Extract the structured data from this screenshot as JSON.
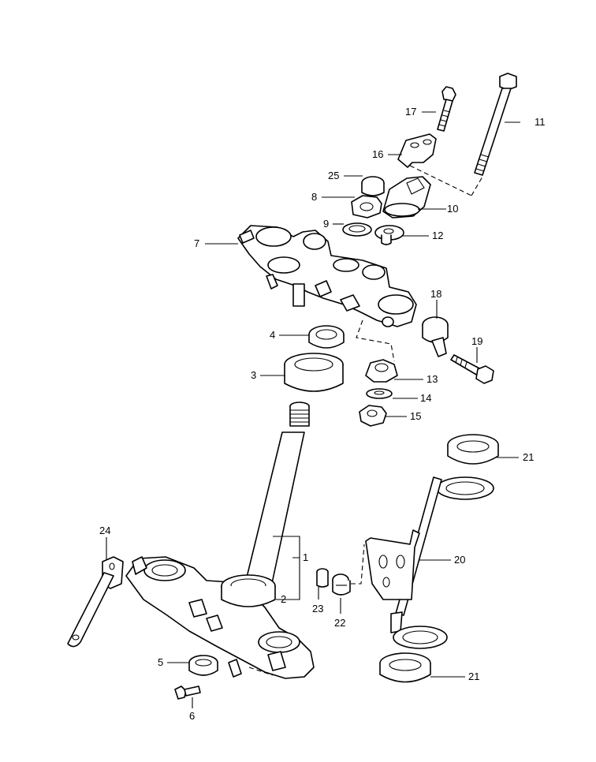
{
  "diagram": {
    "labels": {
      "p1": "1",
      "p2": "2",
      "p3": "3",
      "p4": "4",
      "p5": "5",
      "p6": "6",
      "p7": "7",
      "p8": "8",
      "p9": "9",
      "p10": "10",
      "p11": "11",
      "p12": "12",
      "p13": "13",
      "p14": "14",
      "p15": "15",
      "p16": "16",
      "p17": "17",
      "p18": "18",
      "p19": "19",
      "p20": "20",
      "p21a": "21",
      "p21b": "21",
      "p22": "22",
      "p23": "23",
      "p24": "24",
      "p25": "25"
    }
  }
}
